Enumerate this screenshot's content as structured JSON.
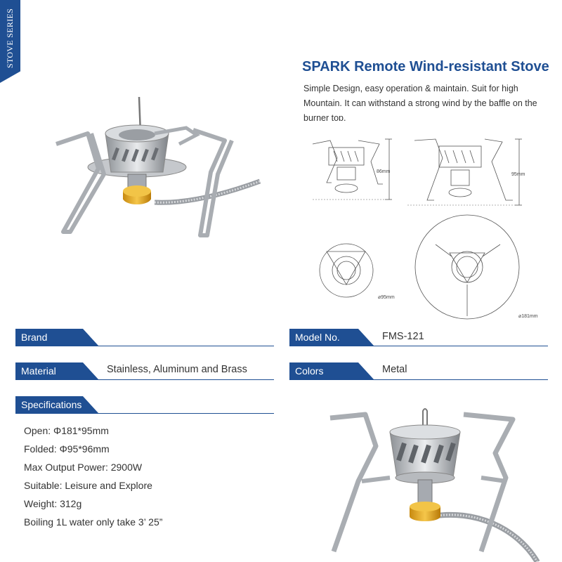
{
  "ribbon": {
    "label": "STOVE SERIES"
  },
  "product": {
    "title": "SPARK Remote Wind-resistant Stove",
    "description": "Simple Design, easy operation & maintain. Suit for high Mountain. It can withstand a strong wind by the baffle on the burner top."
  },
  "diagram": {
    "height_folded": "86mm",
    "height_open": "95mm",
    "diameter_folded": "⌀95mm",
    "diameter_open": "⌀181mm"
  },
  "attributes": {
    "brand": {
      "label": "Brand",
      "value": ""
    },
    "model": {
      "label": "Model No.",
      "value": "FMS-121"
    },
    "material": {
      "label": "Material",
      "value": "Stainless, Aluminum and Brass"
    },
    "colors": {
      "label": "Colors",
      "value": "Metal"
    }
  },
  "specifications": {
    "label": "Specifications",
    "items": [
      "Open: Φ181*95mm",
      "Folded: Φ95*96mm",
      "Max Output Power: 2900W",
      "Suitable: Leisure and Explore",
      "Weight: 312g",
      "Boiling 1L water only take 3’ 25”"
    ]
  },
  "colors": {
    "accent": "#1f4f93",
    "brass": "#e0a521",
    "steel": "#b9bcc0"
  }
}
